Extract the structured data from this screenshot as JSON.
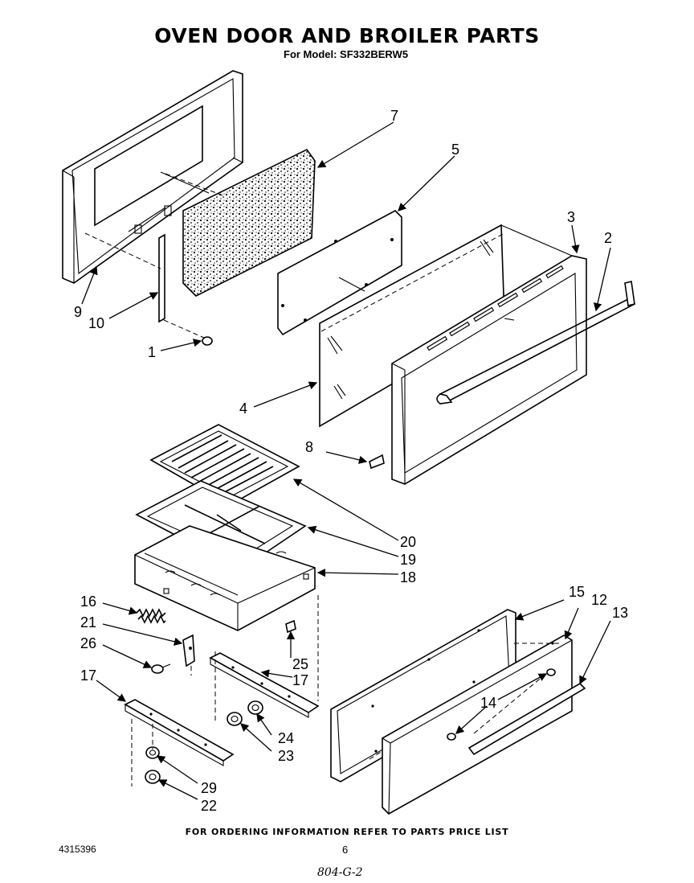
{
  "header": {
    "title": "OVEN DOOR AND BROILER PARTS",
    "subtitle": "For Model: SF332BERW5"
  },
  "footer": {
    "ordering_note": "FOR ORDERING INFORMATION REFER TO PARTS PRICE LIST",
    "document_number": "4315396",
    "page_number": "6",
    "handwritten_note": "804-G-2"
  },
  "part_labels": {
    "p1": "1",
    "p2": "2",
    "p3": "3",
    "p4": "4",
    "p5": "5",
    "p7": "7",
    "p8": "8",
    "p9": "9",
    "p10": "10",
    "p12": "12",
    "p13": "13",
    "p14": "14",
    "p15": "15",
    "p16": "16",
    "p17a": "17",
    "p17b": "17",
    "p18": "18",
    "p19": "19",
    "p20": "20",
    "p21": "21",
    "p22": "22",
    "p23": "23",
    "p24": "24",
    "p25": "25",
    "p26": "26",
    "p29": "29"
  }
}
